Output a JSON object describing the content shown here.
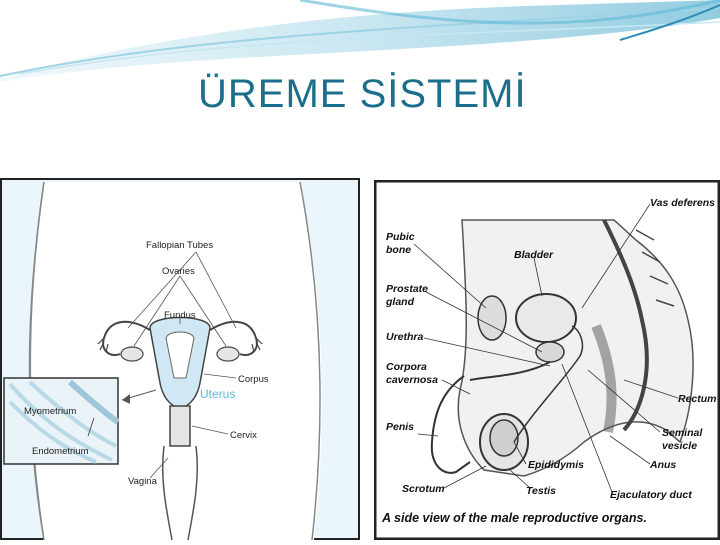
{
  "slide": {
    "title": "ÜREME SİSTEMİ"
  },
  "female_diagram": {
    "labels": {
      "fallopian_tubes": "Fallopian Tubes",
      "ovaries": "Ovaries",
      "fundus": "Fundus",
      "corpus": "Corpus",
      "uterus": "Uterus",
      "cervix": "Cervix",
      "vagina": "Vagina",
      "myometrium": "Myometrium",
      "endometrium": "Endometrium"
    }
  },
  "male_diagram": {
    "labels": {
      "vas_deferens": "Vas deferens",
      "pubic_bone_1": "Pubic",
      "pubic_bone_2": "bone",
      "bladder": "Bladder",
      "prostate_1": "Prostate",
      "prostate_2": "gland",
      "urethra": "Urethra",
      "corpora_1": "Corpora",
      "corpora_2": "cavernosa",
      "rectum": "Rectum",
      "penis": "Penis",
      "seminal_1": "Seminal",
      "seminal_2": "vesicle",
      "epididymis": "Epididymis",
      "anus": "Anus",
      "scrotum": "Scrotum",
      "testis": "Testis",
      "ejaculatory_duct": "Ejaculatory duct"
    },
    "caption": "A side view of the male reproductive organs."
  },
  "colors": {
    "title": "#1c6f8c",
    "accent": "#5fb8d6"
  }
}
